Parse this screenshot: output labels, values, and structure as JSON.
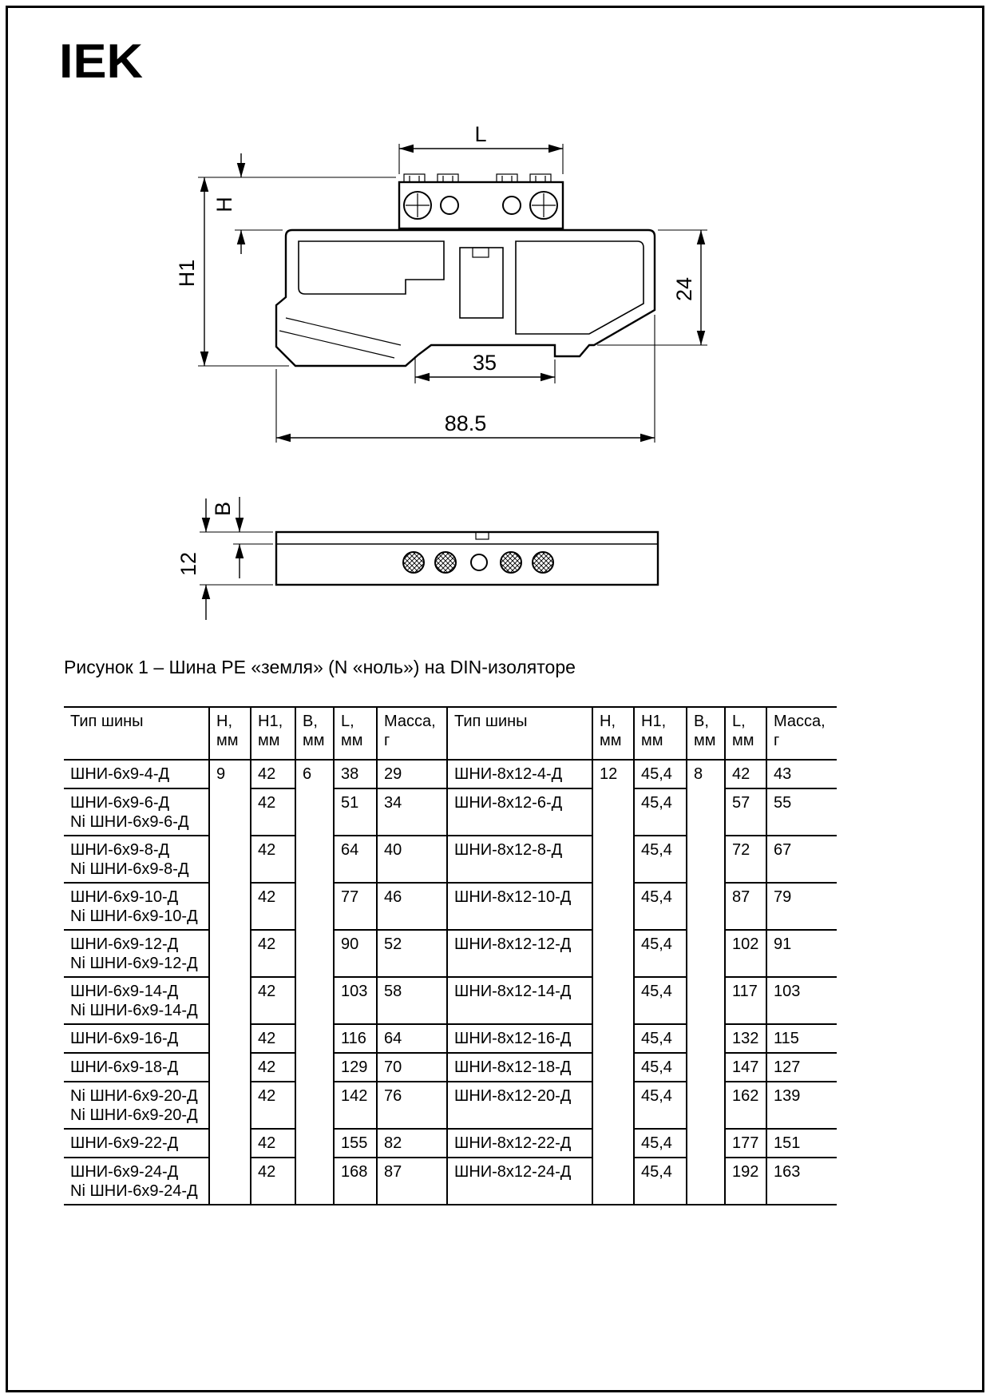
{
  "page": {
    "logo": "IEK",
    "caption": "Рисунок 1 – Шина PE «земля» (N «ноль») на DIN-изоляторе"
  },
  "drawing": {
    "labels": {
      "length": "L",
      "bus_height": "H",
      "total_height": "H1",
      "din_zone_height": "24",
      "din_rail_width": "35",
      "total_width": "88.5",
      "bus_width": "B",
      "depth": "12"
    }
  },
  "table": {
    "headers": [
      {
        "line1": "Тип шины",
        "line2": ""
      },
      {
        "line1": "H,",
        "line2": "мм"
      },
      {
        "line1": "H1,",
        "line2": "мм"
      },
      {
        "line1": "B,",
        "line2": "мм"
      },
      {
        "line1": "L,",
        "line2": "мм"
      },
      {
        "line1": "Масса,",
        "line2": "г"
      },
      {
        "line1": "Тип шины",
        "line2": ""
      },
      {
        "line1": "H,",
        "line2": "мм"
      },
      {
        "line1": "H1, мм",
        "line2": ""
      },
      {
        "line1": "B,",
        "line2": "мм"
      },
      {
        "line1": "L,",
        "line2": "мм"
      },
      {
        "line1": "Масса,",
        "line2": "г"
      }
    ],
    "rows": [
      {
        "t1": "ШНИ-6х9-4-Д",
        "t1b": "",
        "h": "9",
        "h1": "42",
        "b": "6",
        "l": "38",
        "m": "29",
        "t2": "ШНИ-8х12-4-Д",
        "h2": "12",
        "h12": "45,4",
        "b2": "8",
        "l2": "42",
        "m2": "43"
      },
      {
        "t1": "ШНИ-6х9-6-Д",
        "t1b": "Ni ШНИ-6х9-6-Д",
        "h1": "42",
        "l": "51",
        "m": "34",
        "t2": "ШНИ-8х12-6-Д",
        "h12": "45,4",
        "l2": "57",
        "m2": "55"
      },
      {
        "t1": "ШНИ-6х9-8-Д",
        "t1b": "Ni ШНИ-6х9-8-Д",
        "h1": "42",
        "l": "64",
        "m": "40",
        "t2": "ШНИ-8х12-8-Д",
        "h12": "45,4",
        "l2": "72",
        "m2": "67"
      },
      {
        "t1": "ШНИ-6х9-10-Д",
        "t1b": "Ni ШНИ-6х9-10-Д",
        "h1": "42",
        "l": "77",
        "m": "46",
        "t2": "ШНИ-8х12-10-Д",
        "h12": "45,4",
        "l2": "87",
        "m2": "79"
      },
      {
        "t1": "ШНИ-6х9-12-Д",
        "t1b": "Ni ШНИ-6х9-12-Д",
        "h1": "42",
        "l": "90",
        "m": "52",
        "t2": "ШНИ-8х12-12-Д",
        "h12": "45,4",
        "l2": "102",
        "m2": "91"
      },
      {
        "t1": "ШНИ-6х9-14-Д",
        "t1b": "Ni ШНИ-6х9-14-Д",
        "h1": "42",
        "l": "103",
        "m": "58",
        "t2": "ШНИ-8х12-14-Д",
        "h12": "45,4",
        "l2": "117",
        "m2": "103"
      },
      {
        "t1": "ШНИ-6х9-16-Д",
        "t1b": "",
        "h1": "42",
        "l": "116",
        "m": "64",
        "t2": "ШНИ-8х12-16-Д",
        "h12": "45,4",
        "l2": "132",
        "m2": "115"
      },
      {
        "t1": "ШНИ-6х9-18-Д",
        "t1b": "",
        "h1": "42",
        "l": "129",
        "m": "70",
        "t2": "ШНИ-8х12-18-Д",
        "h12": "45,4",
        "l2": "147",
        "m2": "127"
      },
      {
        "t1": "Ni ШНИ-6х9-20-Д",
        "t1b": "Ni ШНИ-6х9-20-Д",
        "h1": "42",
        "l": "142",
        "m": "76",
        "t2": "ШНИ-8х12-20-Д",
        "h12": "45,4",
        "l2": "162",
        "m2": "139"
      },
      {
        "t1": "ШНИ-6х9-22-Д",
        "t1b": "",
        "h1": "42",
        "l": "155",
        "m": "82",
        "t2": "ШНИ-8х12-22-Д",
        "h12": "45,4",
        "l2": "177",
        "m2": "151"
      },
      {
        "t1": "ШНИ-6х9-24-Д",
        "t1b": "Ni ШНИ-6х9-24-Д",
        "h1": "42",
        "l": "168",
        "m": "87",
        "t2": "ШНИ-8х12-24-Д",
        "h12": "45,4",
        "l2": "192",
        "m2": "163"
      }
    ]
  }
}
